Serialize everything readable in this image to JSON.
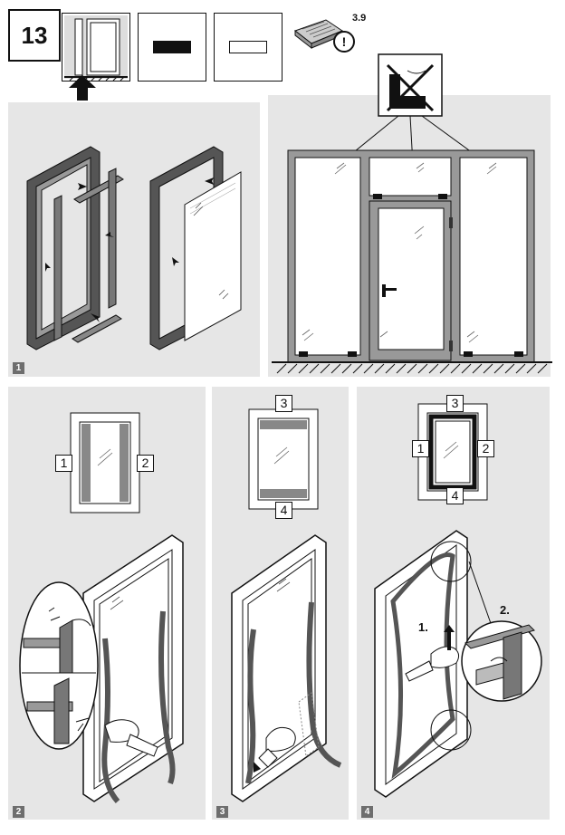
{
  "header": {
    "step_number": "13",
    "doc_reference": "3.9",
    "warning_symbol": "!"
  },
  "panels": [
    {
      "id": "1",
      "label": "1"
    },
    {
      "id": "2",
      "label": "2"
    },
    {
      "id": "3",
      "label": "3"
    },
    {
      "id": "4",
      "label": "4"
    }
  ],
  "seal_labels": {
    "panel2": [
      "1",
      "2"
    ],
    "panel3": [
      "3",
      "4"
    ],
    "panel4": [
      "3",
      "1",
      "2",
      "4"
    ]
  },
  "callouts": {
    "first": "1.",
    "second": "2."
  },
  "icons": [
    "arrow-up-icon",
    "manual-icon",
    "warning-icon",
    "no-press-icon",
    "hand-icon"
  ],
  "colors": {
    "panel_bg": "#e6e6e6",
    "frame_dark": "#333333",
    "frame_mid": "#8a8a8a",
    "glass": "#ffffff"
  }
}
